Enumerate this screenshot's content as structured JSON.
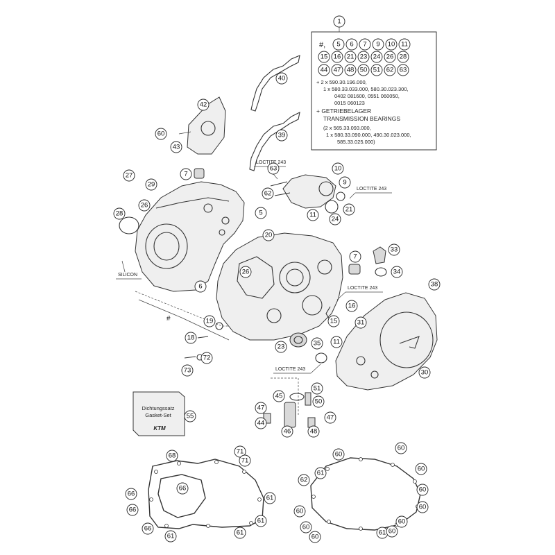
{
  "header_callout": "1",
  "legend": {
    "row1": [
      "#,",
      "5",
      "6",
      "7",
      "9",
      "10",
      "11"
    ],
    "row2": [
      "15",
      "16",
      "21",
      "23",
      "24",
      "26",
      "28"
    ],
    "row3": [
      "44",
      "47",
      "48",
      "50",
      "51",
      "62",
      "63"
    ],
    "lines": [
      "+ 2 x 590.30.196.000,",
      "1 x 580.33.033.000, 580.30.023.300,",
      "0402 081600, 0551 060050,",
      "0015 060123",
      "+ GETRIEBELAGER",
      "TRANSMISSION BEARINGS",
      "(2 x 565.33.093.000,",
      "1 x 580.33.090.000, 490.30.023.000,",
      "585.33.025.000)"
    ]
  },
  "labels": {
    "loctite1": "LOCTITE 243",
    "loctite2": "LOCTITE 243",
    "loctite3": "LOCTITE 243",
    "loctite4": "LOCTITE 243",
    "silicon": "SILICON",
    "hash": "#"
  },
  "gasket_set": {
    "line1": "Dichtungssatz",
    "line2": "Gasket-Set",
    "brand": "KTM"
  },
  "callouts": [
    {
      "id": "c40",
      "n": "40"
    },
    {
      "id": "c42",
      "n": "42"
    },
    {
      "id": "c39",
      "n": "39"
    },
    {
      "id": "c60a",
      "n": "60"
    },
    {
      "id": "c43",
      "n": "43"
    },
    {
      "id": "c63",
      "n": "63"
    },
    {
      "id": "c10",
      "n": "10"
    },
    {
      "id": "c7a",
      "n": "7"
    },
    {
      "id": "c27",
      "n": "27"
    },
    {
      "id": "c29",
      "n": "29"
    },
    {
      "id": "c26a",
      "n": "26"
    },
    {
      "id": "c9",
      "n": "9"
    },
    {
      "id": "c62",
      "n": "62"
    },
    {
      "id": "c21",
      "n": "21"
    },
    {
      "id": "c28",
      "n": "28"
    },
    {
      "id": "c5",
      "n": "5"
    },
    {
      "id": "c11a",
      "n": "11"
    },
    {
      "id": "c24",
      "n": "24"
    },
    {
      "id": "c20",
      "n": "20"
    },
    {
      "id": "c33",
      "n": "33"
    },
    {
      "id": "c7b",
      "n": "7"
    },
    {
      "id": "c34",
      "n": "34"
    },
    {
      "id": "c26b",
      "n": "26"
    },
    {
      "id": "c38",
      "n": "38"
    },
    {
      "id": "c6",
      "n": "6"
    },
    {
      "id": "c16",
      "n": "16"
    },
    {
      "id": "c15",
      "n": "15"
    },
    {
      "id": "c31",
      "n": "31"
    },
    {
      "id": "c19",
      "n": "19"
    },
    {
      "id": "c18",
      "n": "18"
    },
    {
      "id": "c35",
      "n": "35"
    },
    {
      "id": "c11b",
      "n": "11"
    },
    {
      "id": "c23",
      "n": "23"
    },
    {
      "id": "c72",
      "n": "72"
    },
    {
      "id": "c73",
      "n": "73"
    },
    {
      "id": "c30",
      "n": "30"
    },
    {
      "id": "c51",
      "n": "51"
    },
    {
      "id": "c45",
      "n": "45"
    },
    {
      "id": "c50",
      "n": "50"
    },
    {
      "id": "c47a",
      "n": "47"
    },
    {
      "id": "c55",
      "n": "55"
    },
    {
      "id": "c44",
      "n": "44"
    },
    {
      "id": "c47b",
      "n": "47"
    },
    {
      "id": "c46",
      "n": "46"
    },
    {
      "id": "c48",
      "n": "48"
    },
    {
      "id": "c68",
      "n": "68"
    },
    {
      "id": "c71a",
      "n": "71"
    },
    {
      "id": "c71b",
      "n": "71"
    },
    {
      "id": "c66a",
      "n": "66"
    },
    {
      "id": "c66b",
      "n": "66"
    },
    {
      "id": "c61a",
      "n": "61"
    },
    {
      "id": "c66c",
      "n": "66"
    },
    {
      "id": "c61b",
      "n": "61"
    },
    {
      "id": "c66d",
      "n": "66"
    },
    {
      "id": "c61c",
      "n": "61"
    },
    {
      "id": "c61d",
      "n": "61"
    },
    {
      "id": "c60b",
      "n": "60"
    },
    {
      "id": "c60c",
      "n": "60"
    },
    {
      "id": "c60d",
      "n": "60"
    },
    {
      "id": "c62b",
      "n": "62"
    },
    {
      "id": "c61e",
      "n": "61"
    },
    {
      "id": "c60e",
      "n": "60"
    },
    {
      "id": "c60f",
      "n": "60"
    },
    {
      "id": "c60g",
      "n": "60"
    },
    {
      "id": "c60h",
      "n": "60"
    },
    {
      "id": "c60i",
      "n": "60"
    },
    {
      "id": "c60j",
      "n": "60"
    },
    {
      "id": "c61f",
      "n": "61"
    },
    {
      "id": "c60k",
      "n": "60"
    }
  ]
}
